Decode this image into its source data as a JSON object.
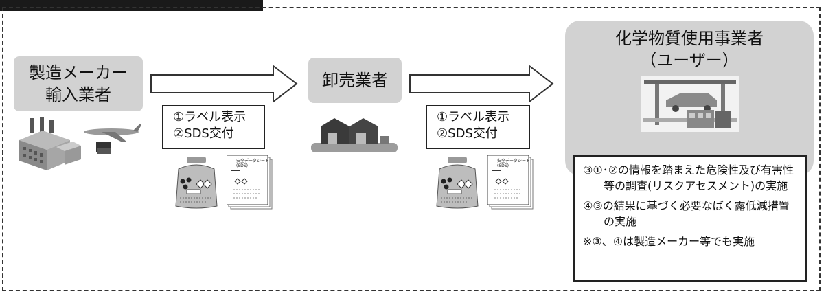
{
  "actors": {
    "maker_line1": "製造メーカー",
    "maker_line2": "輸入業者",
    "wholesaler": "卸売業者",
    "user_line1": "化学物質使用事業者",
    "user_line2": "（ユーザー）"
  },
  "transfers": [
    {
      "line1": "①ラベル表示",
      "line2": "②SDS交付"
    },
    {
      "line1": "①ラベル表示",
      "line2": "②SDS交付"
    }
  ],
  "sds_sheet": {
    "title": "安全データシート",
    "subtitle": "(SDS)"
  },
  "user_actions": {
    "item3": "③①･②の情報を踏まえた危険性及び有害性等の調査(リスクアセスメント)の実施",
    "item4": "④③の結果に基づく必要なばく露低減措置の実施",
    "note": "※③、④は製造メーカー等でも実施"
  },
  "colors": {
    "actor_box": "#d2d2d2",
    "header_tab": "#1a1a1a",
    "border": "#222222"
  },
  "icons": [
    "factory-icon",
    "airplane-icon",
    "warehouse-icon",
    "chemical-bottle-icon",
    "safety-data-sheet-icon",
    "factory-robot-line-icon",
    "chemical-bins-icon"
  ]
}
